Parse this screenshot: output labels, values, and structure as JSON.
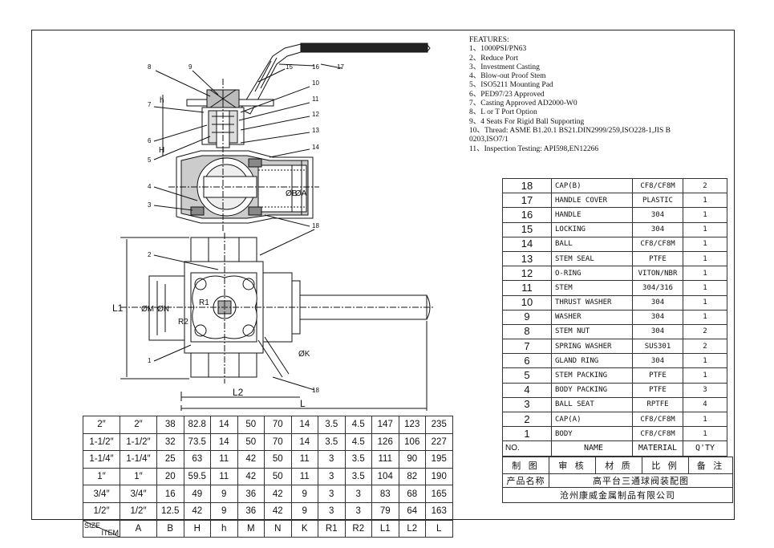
{
  "features": {
    "title": "FEATURES:",
    "items": [
      "1、1000PSI/PN63",
      "2、Reduce Port",
      "3、Investment Casting",
      "4、Blow-out Proof Stem",
      "5、ISO5211 Mounting Pad",
      "6、PED97/23 Approved",
      "7、Casting Approved AD2000-W0",
      "8、L or T Port Option",
      "9、4 Seats For Rigid Ball Supporting",
      "10、Thread:  ASME   B1.20.1   BS21.DIN2999/259,ISO228-1,JIS   B",
      "0203,ISO7/1",
      "11、Inspection Testing: API598,EN12266"
    ]
  },
  "parts": {
    "rows": [
      {
        "no": "18",
        "name": "CAP(B)",
        "material": "CF8/CF8M",
        "qty": "2"
      },
      {
        "no": "17",
        "name": "HANDLE COVER",
        "material": "PLASTIC",
        "qty": "1"
      },
      {
        "no": "16",
        "name": "HANDLE",
        "material": "304",
        "qty": "1"
      },
      {
        "no": "15",
        "name": "LOCKING",
        "material": "304",
        "qty": "1"
      },
      {
        "no": "14",
        "name": "BALL",
        "material": "CF8/CF8M",
        "qty": "1"
      },
      {
        "no": "13",
        "name": "STEM SEAL",
        "material": "PTFE",
        "qty": "1"
      },
      {
        "no": "12",
        "name": "O-RING",
        "material": "VITON/NBR",
        "qty": "1"
      },
      {
        "no": "11",
        "name": "STEM",
        "material": "304/316",
        "qty": "1"
      },
      {
        "no": "10",
        "name": "THRUST WASHER",
        "material": "304",
        "qty": "1"
      },
      {
        "no": "9",
        "name": "WASHER",
        "material": "304",
        "qty": "1"
      },
      {
        "no": "8",
        "name": "STEM NUT",
        "material": "304",
        "qty": "2"
      },
      {
        "no": "7",
        "name": "SPRING WASHER",
        "material": "SUS301",
        "qty": "2"
      },
      {
        "no": "6",
        "name": "GLAND RING",
        "material": "304",
        "qty": "1"
      },
      {
        "no": "5",
        "name": "STEM PACKING",
        "material": "PTFE",
        "qty": "1"
      },
      {
        "no": "4",
        "name": "BODY PACKING",
        "material": "PTFE",
        "qty": "3"
      },
      {
        "no": "3",
        "name": "BALL SEAT",
        "material": "RPTFE",
        "qty": "4"
      },
      {
        "no": "2",
        "name": "CAP(A)",
        "material": "CF8/CF8M",
        "qty": "1"
      },
      {
        "no": "1",
        "name": "BODY",
        "material": "CF8/CF8M",
        "qty": "1"
      }
    ],
    "header": {
      "no": "NO.",
      "name": "NAME",
      "material": "MATERIAL",
      "qty": "Q'TY"
    }
  },
  "signoff": [
    "制 图",
    "审 核",
    "材 质",
    "比 例",
    "备 注"
  ],
  "product_label": "产品名称",
  "product_name": "高平台三通球阀装配图",
  "company": "沧州康威金属制品有限公司",
  "dimensions": {
    "rows": [
      [
        "2″",
        "2″",
        "38",
        "82.8",
        "14",
        "50",
        "70",
        "14",
        "3.5",
        "4.5",
        "147",
        "123",
        "235"
      ],
      [
        "1-1/2″",
        "1-1/2″",
        "32",
        "73.5",
        "14",
        "50",
        "70",
        "14",
        "3.5",
        "4.5",
        "126",
        "106",
        "227"
      ],
      [
        "1-1/4″",
        "1-1/4″",
        "25",
        "63",
        "11",
        "42",
        "50",
        "11",
        "3",
        "3.5",
        "111",
        "90",
        "195"
      ],
      [
        "1″",
        "1″",
        "20",
        "59.5",
        "11",
        "42",
        "50",
        "11",
        "3",
        "3.5",
        "104",
        "82",
        "190"
      ],
      [
        "3/4″",
        "3/4″",
        "16",
        "49",
        "9",
        "36",
        "42",
        "9",
        "3",
        "3",
        "83",
        "68",
        "165"
      ],
      [
        "1/2″",
        "1/2″",
        "12.5",
        "42",
        "9",
        "36",
        "42",
        "9",
        "3",
        "3",
        "79",
        "64",
        "163"
      ]
    ],
    "size_label": "SIZE",
    "item_label": "ITEM",
    "header": [
      "A",
      "B",
      "H",
      "h",
      "M",
      "N",
      "K",
      "R1",
      "R2",
      "L1",
      "L2",
      "L"
    ]
  },
  "drawing_labels": {
    "balloons_top": [
      "8",
      "9",
      "15",
      "16",
      "17",
      "10",
      "11",
      "12",
      "13",
      "14",
      "7",
      "6",
      "5",
      "4",
      "3"
    ],
    "balloons_bottom": [
      "18",
      "2",
      "1",
      "18"
    ],
    "dims_top": [
      "h",
      "H",
      "ØB",
      "ØA"
    ],
    "dims_bottom": [
      "L1",
      "ØM",
      "ØN",
      "R1",
      "R2",
      "ØK",
      "L2",
      "L"
    ]
  }
}
